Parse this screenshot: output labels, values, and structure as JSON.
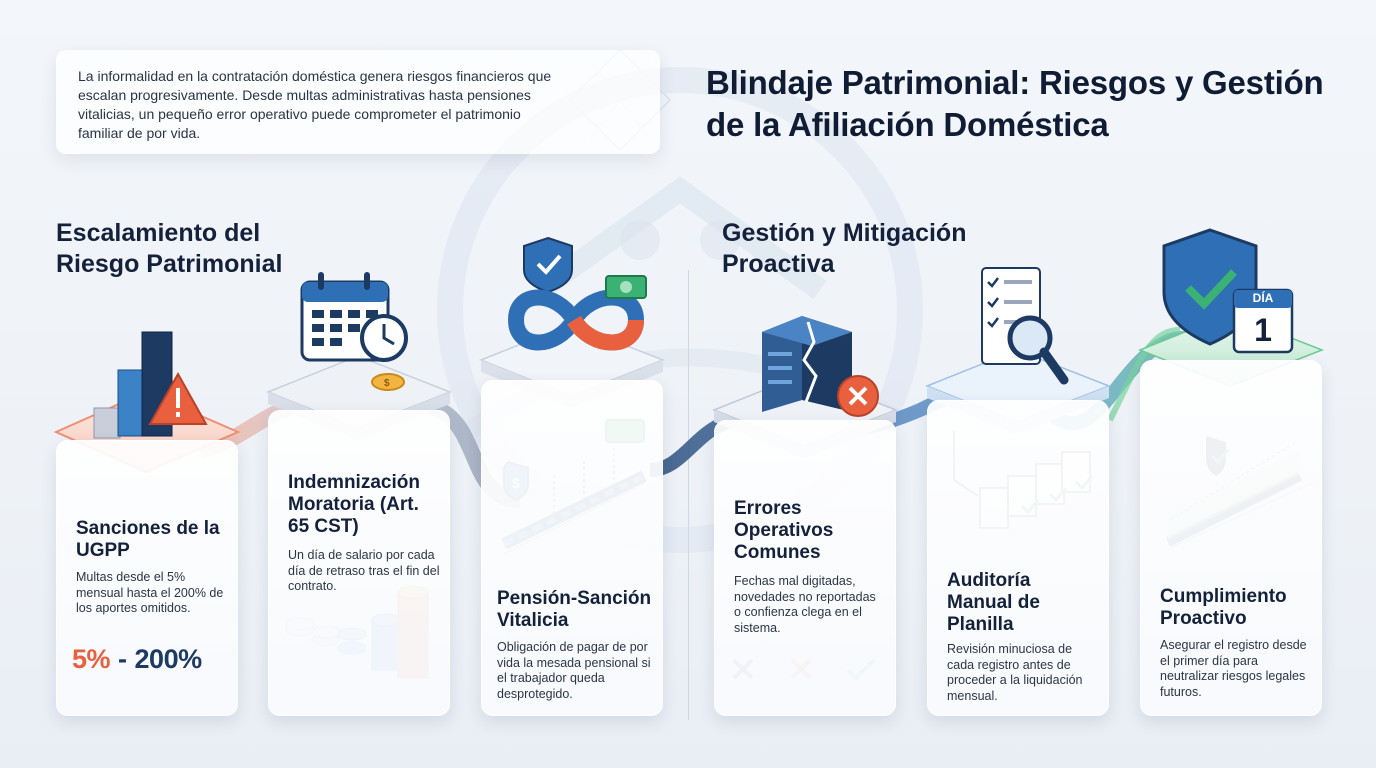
{
  "intro_text": "La informalidad en la contratación doméstica genera riesgos financieros que escalan progresivamente. Desde multas administrativas hasta pensiones vitalicias, un pequeño error operativo puede comprometer el patrimonio familiar de por vida.",
  "title": "Blindaje Patrimonial: Riesgos y Gestión de la Afiliación Doméstica",
  "sections": {
    "left_title": "Escalamiento del Riesgo Patrimonial",
    "right_title": "Gestión y Mitigación Proactiva"
  },
  "cards": [
    {
      "title": "Sanciones de la UGPP",
      "description": "Multas desde el 5% mensual hasta el 200% de los aportes omitidos.",
      "range_low": "5%",
      "range_separator": "-",
      "range_high": "200%"
    },
    {
      "title": "Indemnización Moratoria (Art. 65 CST)",
      "description": "Un día de salario por cada día de retraso tras el fin del contrato."
    },
    {
      "title": "Pensión-Sanción Vitalicia",
      "description": "Obligación de pagar de por vida la mesada pensional si el trabajador queda desprotegido."
    },
    {
      "title": "Errores Operativos Comunes",
      "description": "Fechas mal digitadas, novedades no reportadas o confienza clega en el sistema."
    },
    {
      "title": "Auditoría Manual de Planilla",
      "description": "Revisión minuciosa de cada registro antes de proceder a la liquidación mensual."
    },
    {
      "title": "Cumplimiento Proactivo",
      "description": "Asegurar el registro desde el primer día para neutralizar riesgos legales futuros."
    }
  ],
  "calendar_badge": {
    "label": "DÍA",
    "day": "1"
  },
  "colors": {
    "accent_orange": "#e9603f",
    "navy": "#1d3a63",
    "blue": "#2f6fb5",
    "green": "#3bb273"
  }
}
